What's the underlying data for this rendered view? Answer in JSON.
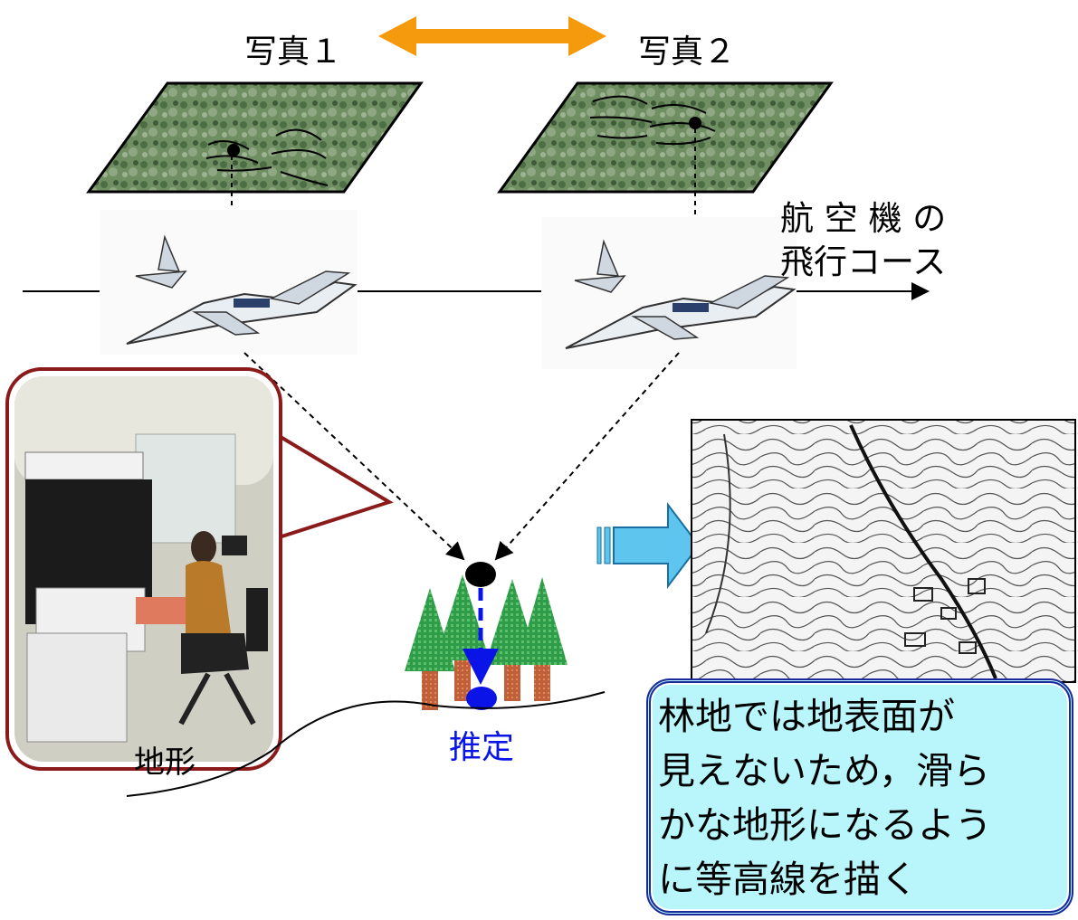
{
  "labels": {
    "photo1": "写真１",
    "photo2": "写真２",
    "flight_line1": "航 空 機 の",
    "flight_line2": "飛行コース",
    "terrain": "地形",
    "estimate": "推定"
  },
  "note": {
    "text": "林地では地表面が\n見えないため，滑ら\nかな地形になるよう\nに等高線を描く"
  },
  "colors": {
    "double_arrow": "#f59a0c",
    "estimate": "#0a14e6",
    "note_fill": "#b9f6fb",
    "note_border": "#1a2a9a",
    "callout_frame": "#8b1a1a",
    "block_arrow": "#5ec6ee",
    "tree_crown": "#2f9c4a",
    "tree_trunk": "#c0603a"
  },
  "icons": [
    "aerial-photo-1",
    "aerial-photo-2",
    "airplane-icon",
    "airplane-icon",
    "tree-icon",
    "stereo-plotter-photo",
    "topographic-map"
  ]
}
